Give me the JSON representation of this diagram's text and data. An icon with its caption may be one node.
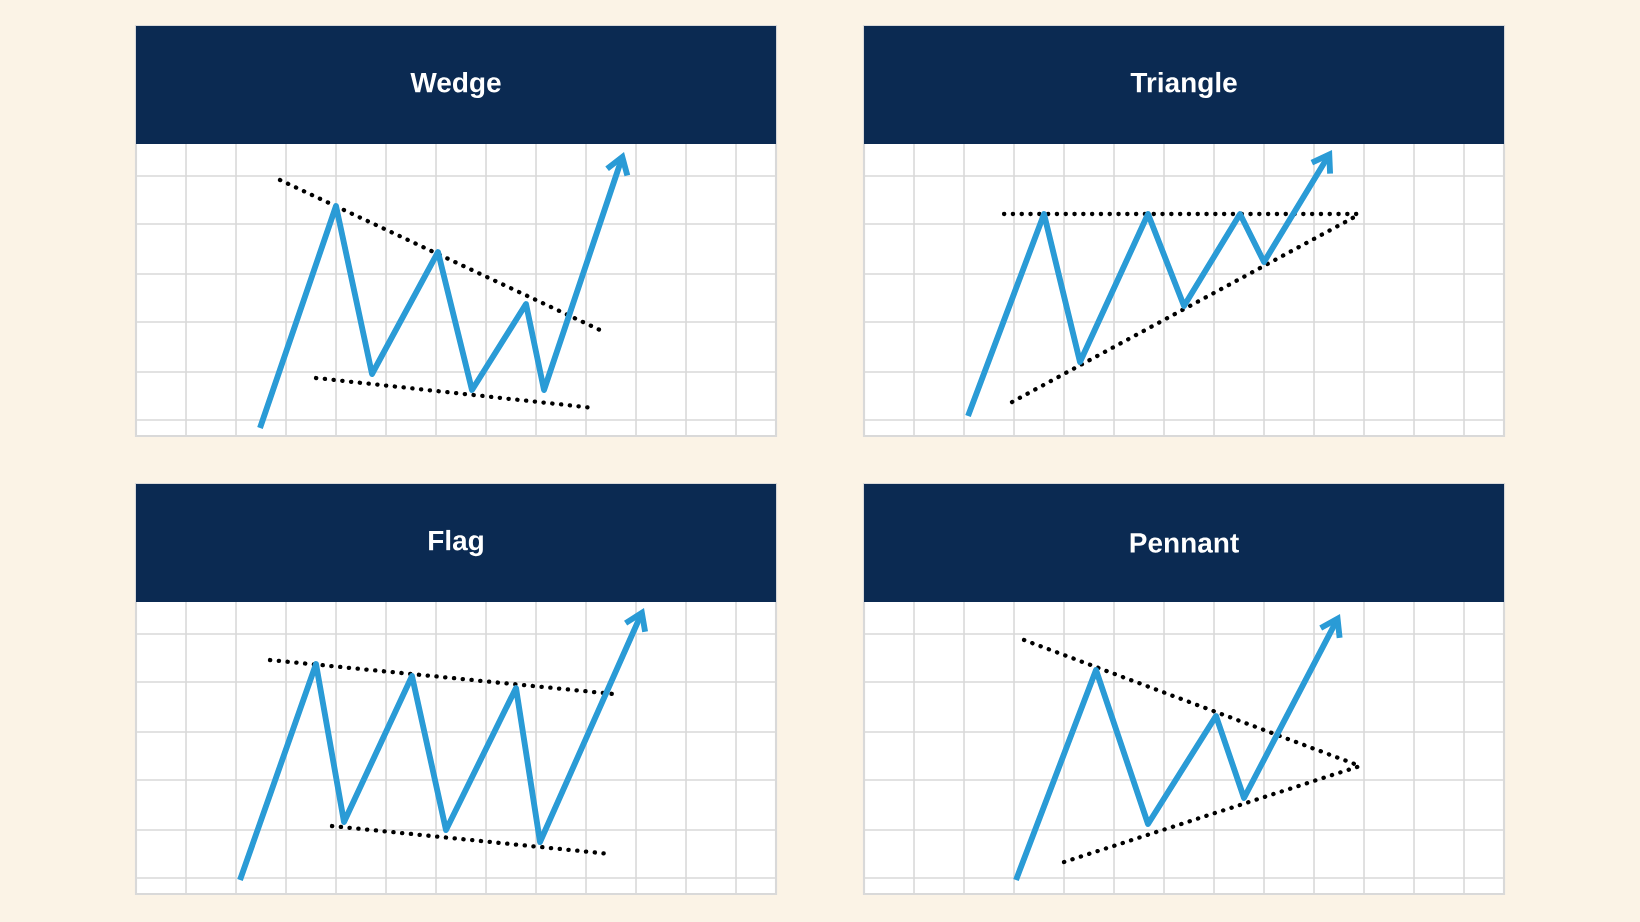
{
  "diagram": {
    "nodes": [
      {
        "text": [
          "Wedge"
        ]
      },
      {
        "text": [
          "Triangle"
        ]
      },
      {
        "text": [
          "Flag"
        ]
      },
      {
        "text": [
          "Pennant"
        ]
      }
    ]
  }
}
